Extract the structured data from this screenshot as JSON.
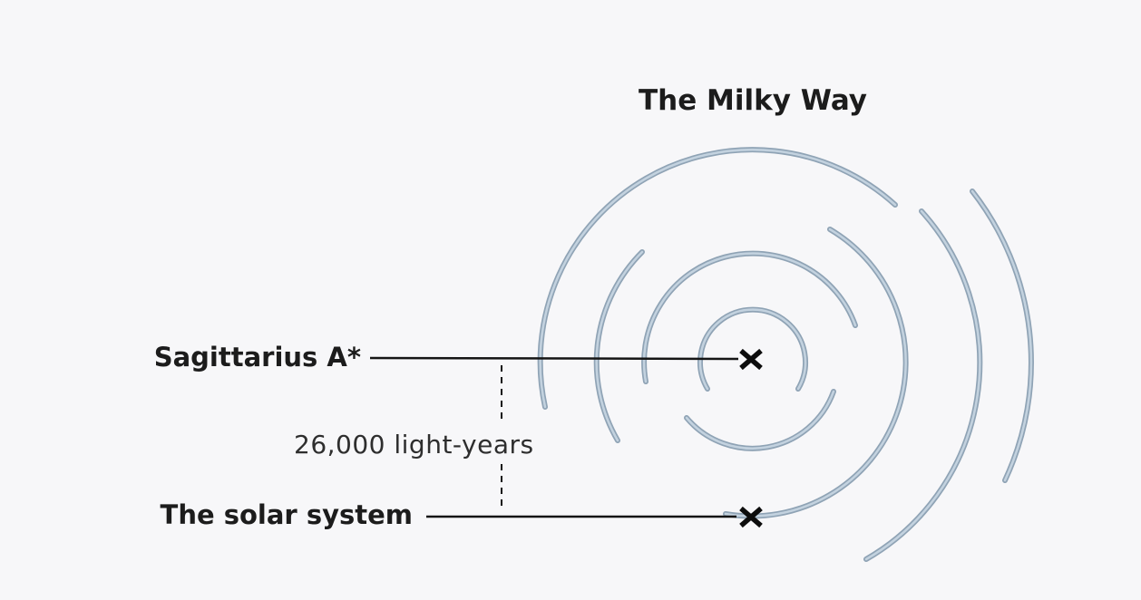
{
  "title": "The Milky Way",
  "labels": {
    "center": "Sagittarius A*",
    "solar": "The solar system",
    "distance": "26,000 light-years"
  },
  "markers": {
    "center_symbol": "x",
    "solar_symbol": "x"
  },
  "colors": {
    "background": "#f7f7f9",
    "arm_outer": "#8fa3b5",
    "arm_inner": "#c3d2df",
    "line": "#151515",
    "text": "#1c1c1c"
  }
}
